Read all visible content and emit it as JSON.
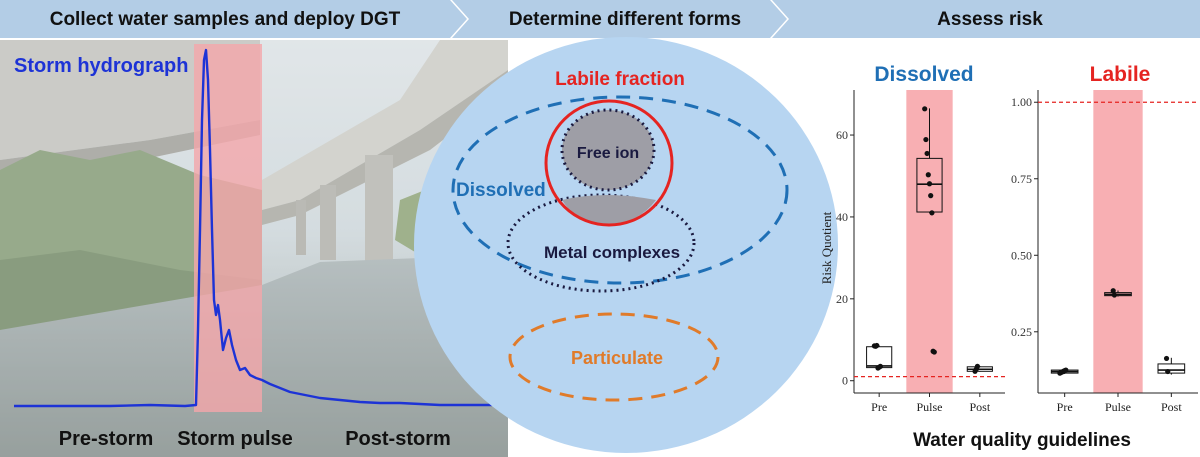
{
  "header": {
    "steps": [
      {
        "label": "Collect water samples and deploy DGT"
      },
      {
        "label": "Determine different forms"
      },
      {
        "label": "Assess risk"
      }
    ]
  },
  "left_panel": {
    "hydrograph_label": "Storm hydrograph",
    "phases": [
      "Pre-storm",
      "Storm pulse",
      "Post-storm"
    ]
  },
  "middle_panel": {
    "labile_label": "Labile fraction",
    "dissolved_label": "Dissolved",
    "free_ion_label": "Free ion",
    "metal_complexes_label": "Metal complexes",
    "particulate_label": "Particulate"
  },
  "right_panel": {
    "footer_label": "Water quality guidelines",
    "colors": {
      "dissolved_title": "#1f6fb5",
      "labile_title": "#e52421",
      "pulse_band": "#f7a1a6",
      "guideline": "#e52421"
    }
  },
  "chart_data": [
    {
      "type": "box",
      "title": "Dissolved",
      "ylabel": "Risk Quotient",
      "categories": [
        "Pre",
        "Pulse",
        "Post"
      ],
      "y_ticks": [
        "0",
        "20",
        "40",
        "60"
      ],
      "ylim": [
        -3,
        71
      ],
      "guideline": 1,
      "boxes": [
        {
          "category": "Pre",
          "min": 3,
          "q1": 3.2,
          "median": 3.6,
          "q3": 8.3,
          "max": 8.6,
          "points": [
            8.5,
            8.4,
            8.6,
            3.1,
            3.3,
            3.5
          ]
        },
        {
          "category": "Pulse",
          "min": 41,
          "q1": 41.2,
          "median": 48,
          "q3": 54.3,
          "max": 66.5,
          "points": [
            66.4,
            58.9,
            55.5,
            50.3,
            48.1,
            45.2,
            41,
            7.2,
            7.0
          ]
        },
        {
          "category": "Post",
          "min": 2.2,
          "q1": 2.3,
          "median": 2.8,
          "q3": 3.4,
          "max": 3.6,
          "points": [
            2.3,
            2.8,
            3.5
          ]
        }
      ]
    },
    {
      "type": "box",
      "title": "Labile",
      "ylabel": "",
      "categories": [
        "Pre",
        "Pulse",
        "Post"
      ],
      "y_ticks": [
        "0.25",
        "0.50",
        "0.75",
        "1.00"
      ],
      "ylim": [
        0.05,
        1.04
      ],
      "guideline": 1.0,
      "boxes": [
        {
          "category": "Pre",
          "min": 0.112,
          "q1": 0.115,
          "median": 0.12,
          "q3": 0.125,
          "max": 0.13,
          "points": [
            0.115,
            0.117,
            0.119,
            0.121,
            0.123,
            0.125
          ]
        },
        {
          "category": "Pulse",
          "min": 0.365,
          "q1": 0.368,
          "median": 0.372,
          "q3": 0.378,
          "max": 0.385,
          "points": [
            0.384,
            0.37
          ]
        },
        {
          "category": "Post",
          "min": 0.11,
          "q1": 0.115,
          "median": 0.125,
          "q3": 0.145,
          "max": 0.165,
          "points": [
            0.163,
            0.12
          ]
        }
      ]
    }
  ]
}
